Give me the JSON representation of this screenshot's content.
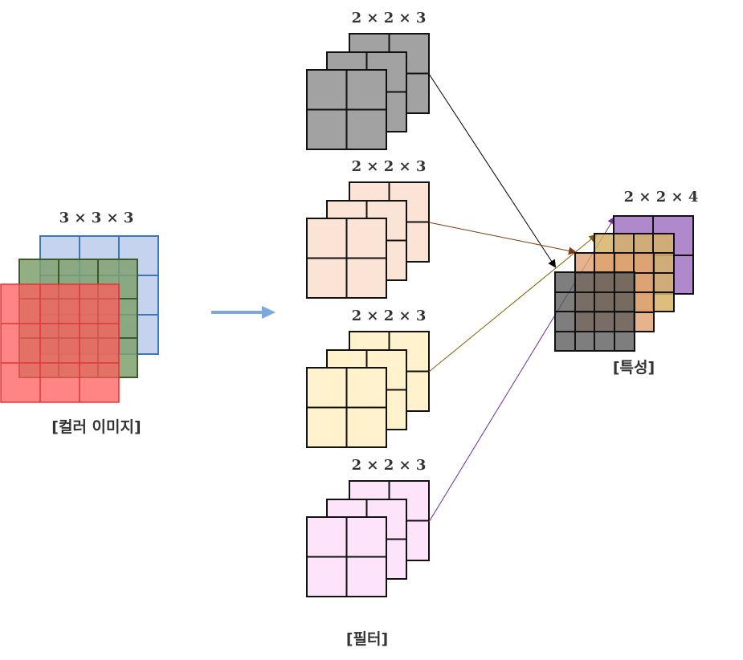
{
  "labels": {
    "input_dims": "3 × 3 × 3",
    "input_caption": "[컬러 이미지]",
    "filter_dims": [
      "2 × 2 × 3",
      "2 × 2 × 3",
      "2 × 2 × 3",
      "2 × 2 × 3"
    ],
    "filter_caption": "[필터]",
    "output_dims": "2 × 2 × 4",
    "output_caption": "[특성]"
  },
  "colors": {
    "input_blue": "#c5d3ef",
    "input_blue_border": "#3b78b8",
    "input_green": "#7fa16e",
    "input_green_border": "#3d5a2a",
    "input_red": "#ff7373",
    "input_red_border": "#e03535",
    "filter_gray": "#a2a2a2",
    "filter_peach": "#fbe3d6",
    "filter_yellow": "#fff2cc",
    "filter_pink": "#fde4fb",
    "out_purple": "#b089cc",
    "out_yellow": "#d6b468",
    "out_orange": "#e0a070",
    "out_gray": "#7a7a7a",
    "arrow_black": "#000000",
    "arrow_brown": "#7a3c10",
    "arrow_olive": "#806000",
    "arrow_purple": "#6a2c9a",
    "big_arrow": "#7ea6e0"
  }
}
